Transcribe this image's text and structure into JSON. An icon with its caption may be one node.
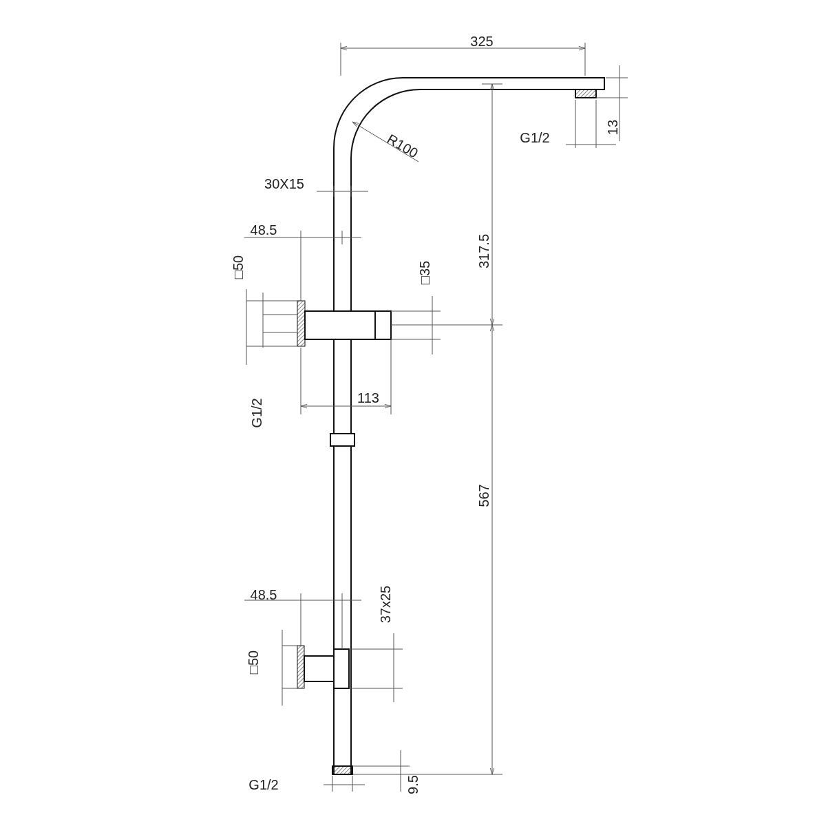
{
  "diagram": {
    "labels": [
      "325",
      "13",
      "G1/2",
      "R100",
      "30X15",
      "48.5",
      "317.5",
      "□50",
      "□35",
      "113",
      "G1/2",
      "567",
      "48.5",
      "37x25",
      "□50",
      "9.5",
      "G1/2"
    ]
  }
}
